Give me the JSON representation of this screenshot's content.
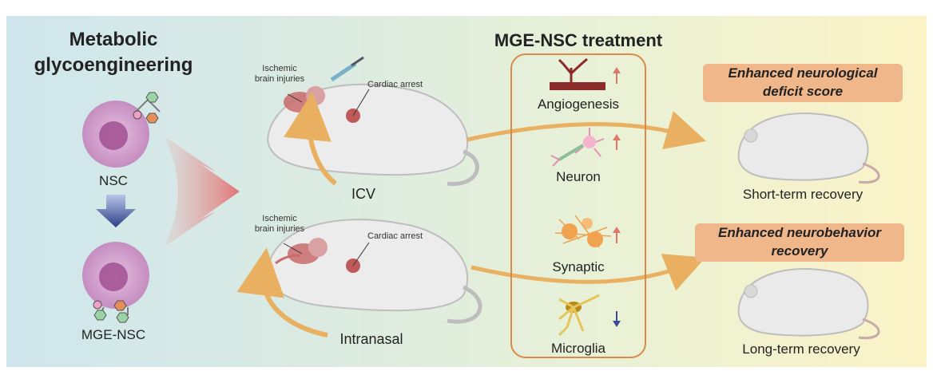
{
  "left": {
    "title_line1": "Metabolic",
    "title_line2": "glycoengineering",
    "nsc_label": "NSC",
    "mge_nsc_label": "MGE-NSC"
  },
  "middle": {
    "top_mouse": {
      "ischemic_line1": "Ischemic",
      "ischemic_line2": "brain injuries",
      "cardiac_label": "Cardiac arrest",
      "route_label": "ICV"
    },
    "bottom_mouse": {
      "ischemic_line1": "Ischemic",
      "ischemic_line2": "brain injuries",
      "cardiac_label": "Cardiac arrest",
      "route_label": "Intranasal"
    }
  },
  "treatment": {
    "title": "MGE-NSC treatment",
    "items": [
      {
        "label": "Angiogenesis",
        "trend": "up"
      },
      {
        "label": "Neuron",
        "trend": "up"
      },
      {
        "label": "Synaptic",
        "trend": "up"
      },
      {
        "label": "Microglia",
        "trend": "down"
      }
    ]
  },
  "outcomes": {
    "top_pill_line1": "Enhanced neurological",
    "top_pill_line2": "deficit score",
    "top_caption": "Short-term recovery",
    "bottom_pill_line1": "Enhanced neurobehavior",
    "bottom_pill_line2": "recovery",
    "bottom_caption": "Long-term recovery"
  },
  "colors": {
    "up_arrow": "#e0786a",
    "down_arrow": "#3a4a9a",
    "flow_arrow": "#e8b060",
    "pill": "#f0b88a",
    "box_border": "#d98a4a"
  }
}
